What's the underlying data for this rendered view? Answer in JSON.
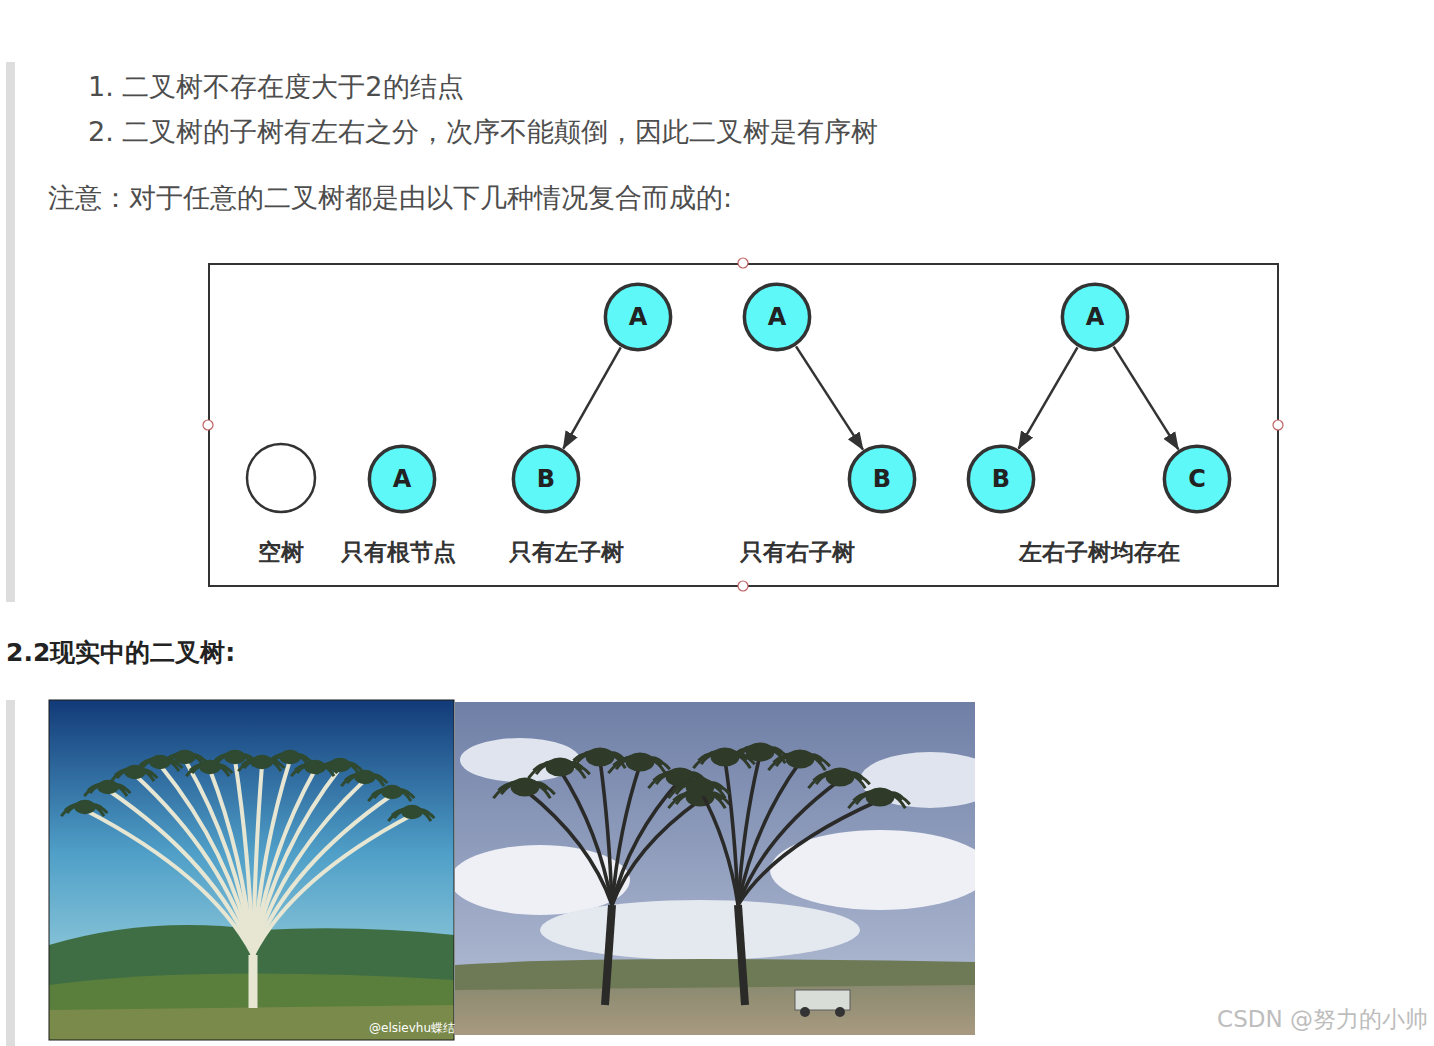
{
  "diagram": {
    "nodes": [
      {
        "text": [
          "A"
        ]
      },
      {
        "text": [
          "A"
        ]
      },
      {
        "text": [
          "B"
        ]
      },
      {
        "text": [
          "A"
        ]
      },
      {
        "text": [
          "B"
        ]
      },
      {
        "text": [
          "A"
        ]
      },
      {
        "text": [
          "B"
        ]
      },
      {
        "text": [
          "C"
        ]
      }
    ],
    "edges": [
      {
        "from": 1,
        "to": 2,
        "arrow": "to"
      },
      {
        "from": 3,
        "to": 4,
        "arrow": "to"
      },
      {
        "from": 5,
        "to": 6,
        "arrow": "to"
      },
      {
        "from": 5,
        "to": 7,
        "arrow": "to"
      }
    ],
    "labels": [
      "1. 二叉树不存在度大于2的结点",
      "2. 二叉树的子树有左右之分，次序不能颠倒，因此二叉树是有序树",
      "注意：对于任意的二叉树都是由以下几种情况复合而成的:",
      "空树",
      "只有根节点",
      "只有左子树",
      "只有右子树",
      "左右子树均存在",
      "2.2现实中的二叉树:",
      "@elsievhu蝶结",
      "CSDN @努力的小帅"
    ]
  }
}
